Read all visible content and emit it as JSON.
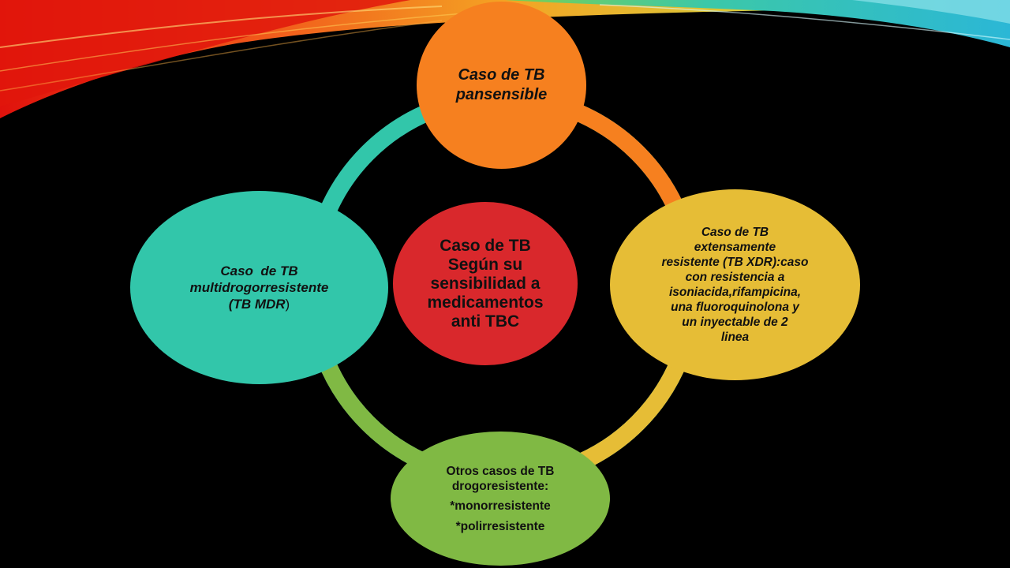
{
  "colors": {
    "background": "#000000",
    "pansensible": "#f6801f",
    "xdr": "#e6bd36",
    "otros": "#80b944",
    "mdr": "#32c6aa",
    "center": "#d9282c"
  },
  "diagram": {
    "center": {
      "lines": [
        "Caso de TB",
        "Según su",
        "sensibilidad a",
        "medicamentos",
        "anti TBC"
      ]
    },
    "top": {
      "lines": [
        "Caso de TB",
        "pansensible"
      ]
    },
    "right": {
      "lines": [
        "Caso de TB",
        "extensamente",
        "resistente (TB XDR):caso",
        "con resistencia a",
        "isoniacida,rifampicina,",
        "una fluoroquinolona y",
        "un inyectable de 2",
        "linea"
      ]
    },
    "bottom": {
      "lines": [
        "Otros casos de TB",
        "drogoresistente:",
        "*monorresistente",
        "*polirresistente"
      ]
    },
    "left": {
      "lines": [
        "Caso  de TB",
        "multidrogorresistente",
        "(TB MDR",
        ")"
      ]
    }
  }
}
